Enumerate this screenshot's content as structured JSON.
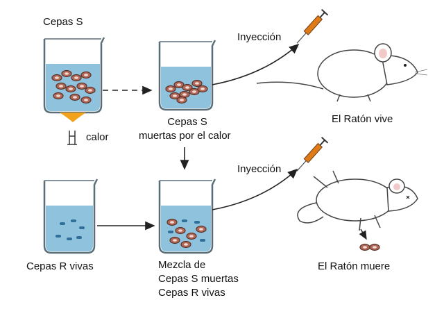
{
  "labels": {
    "cepas_s": "Cepas S",
    "calor": "calor",
    "cepas_s_muertas_1": "Cepas S",
    "cepas_s_muertas_2": "muertas por el calor",
    "inyeccion_top": "Inyección",
    "inyeccion_bottom": "Inyección",
    "raton_vive": "El Ratón vive",
    "raton_muere": "El Ratón muere",
    "cepas_r_vivas": "Cepas R vivas",
    "mezcla_1": "Mezcla de",
    "mezcla_2": "Cepas S muertas",
    "mezcla_3": "Cepas R vivas"
  },
  "colors": {
    "liquid": "#8fc3dd",
    "glass": "#5a6e78",
    "s_strain": "#b06a5a",
    "r_strain": "#2f6f9a",
    "flame": "#f2a21b",
    "syringe": "#e07a18",
    "arrow": "#222222",
    "mouse_fill": "#ffffff",
    "mouse_outline": "#444444",
    "ear_inner": "#f2c9c9"
  }
}
